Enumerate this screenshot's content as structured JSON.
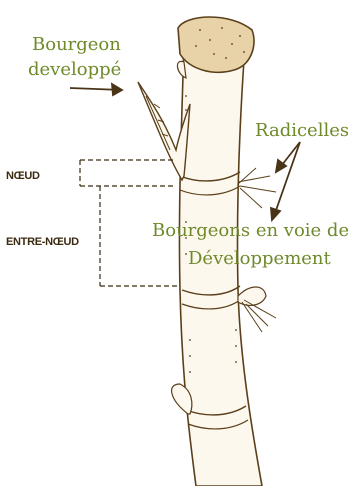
{
  "labels": {
    "bourgeon_line1": "Bourgeon",
    "bourgeon_line2": "developpé",
    "radicelles": "Radicelles",
    "voie_line1": "Bourgeons en voie de",
    "voie_line2": "Développement",
    "noeud": "NŒUD",
    "entre_noeud": "ENTRE-NŒUD"
  },
  "colors": {
    "label_green": "#6e8a2a",
    "stalk_outline": "#5a3f1a",
    "stalk_fill": "#fdf8ee",
    "cut_top": "#e8d2a8"
  }
}
